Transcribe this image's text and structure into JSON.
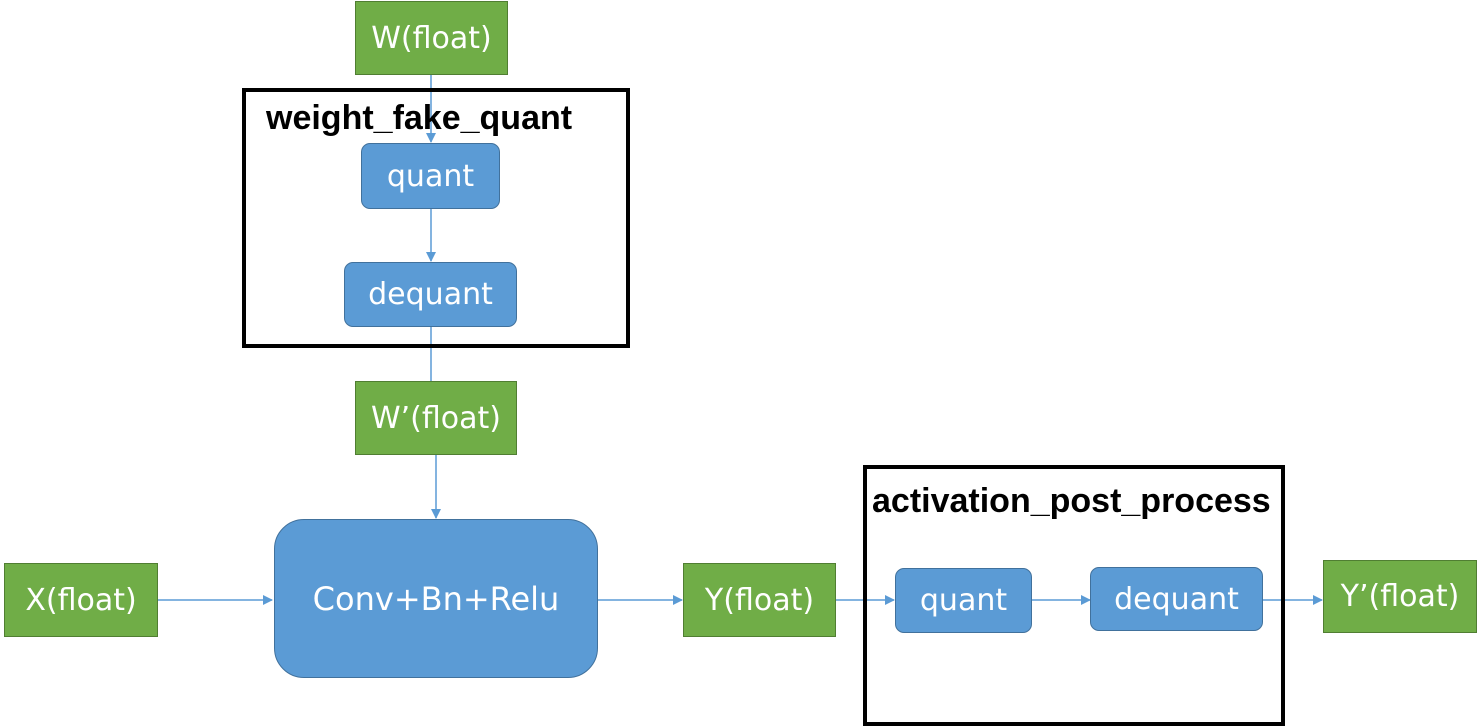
{
  "colors": {
    "data_node_fill": "#70ad47",
    "data_node_border": "#507e32",
    "op_node_fill": "#5b9bd5",
    "op_node_border": "#41719c",
    "connector": "#5b9bd5",
    "group_border": "#000000",
    "node_text": "#ffffff"
  },
  "groups": {
    "weight_fake_quant": {
      "title": "weight_fake_quant"
    },
    "activation_post_process": {
      "title": "activation_post_process"
    }
  },
  "nodes": {
    "w_float": "W(float)",
    "wfq_quant": "quant",
    "wfq_dequant": "dequant",
    "w_prime_float": "W’(float)",
    "x_float": "X(float)",
    "conv_bn_relu": "Conv+Bn+Relu",
    "y_float": "Y(float)",
    "app_quant": "quant",
    "app_dequant": "dequant",
    "y_prime_float": "Y’(float)"
  }
}
